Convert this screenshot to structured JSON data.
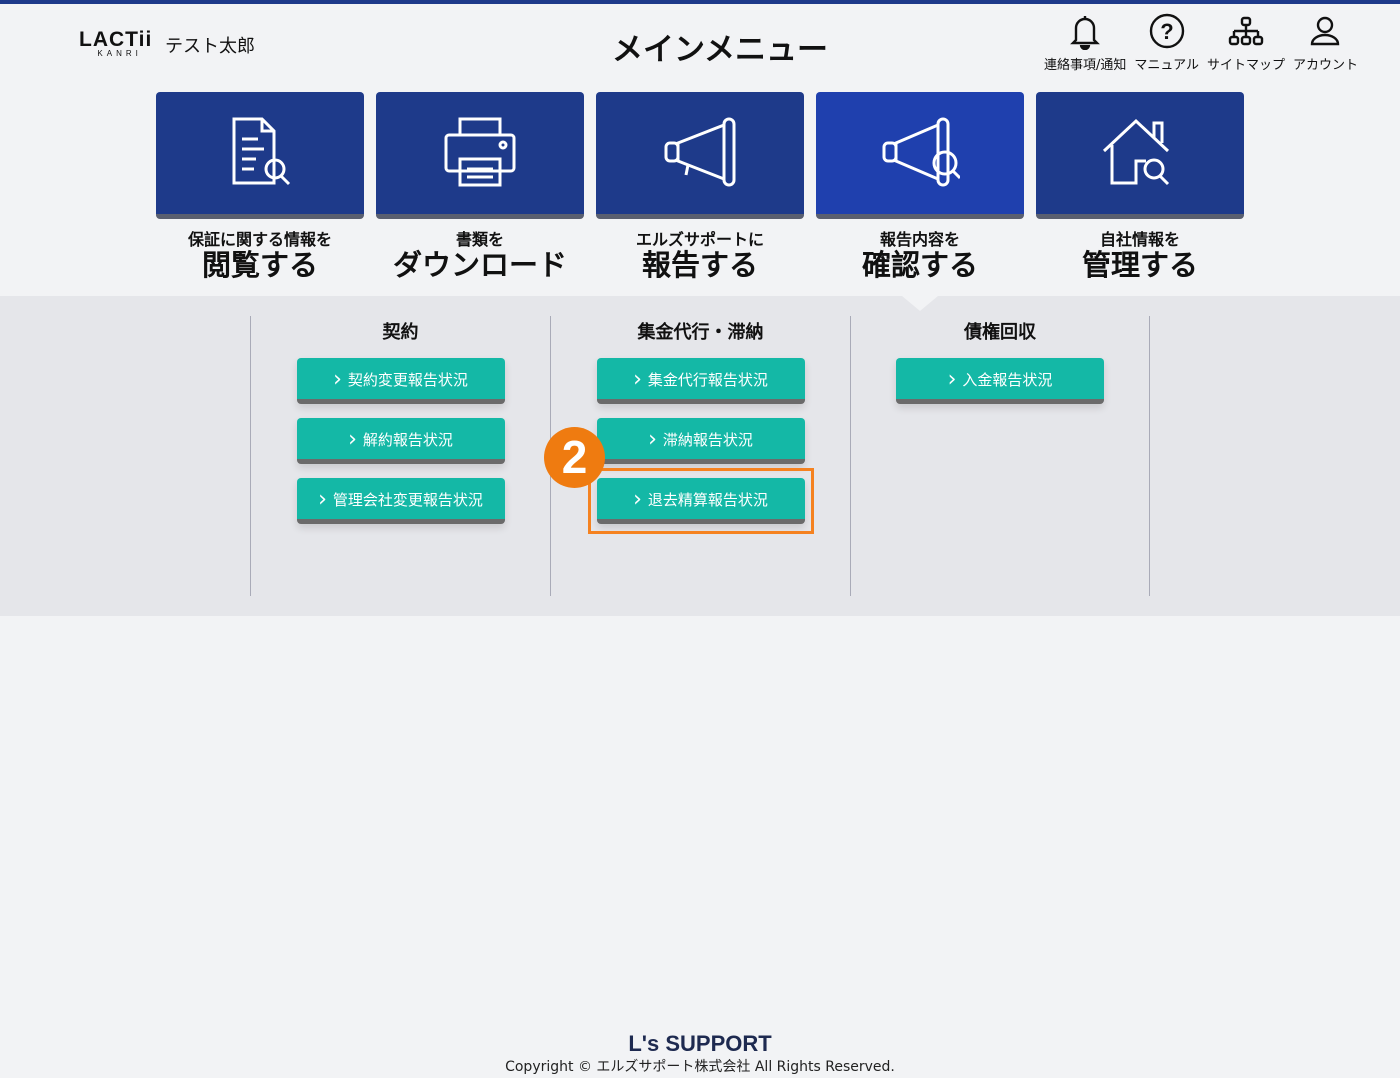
{
  "header": {
    "logo": "LACTii",
    "logo_sub": "KANRI",
    "user": "テスト太郎",
    "title": "メインメニュー",
    "icons": [
      {
        "name": "bell-icon",
        "label": "連絡事項/通知"
      },
      {
        "name": "help-icon",
        "label": "マニュアル"
      },
      {
        "name": "sitemap-icon",
        "label": "サイトマップ"
      },
      {
        "name": "account-icon",
        "label": "アカウント"
      }
    ]
  },
  "tiles": [
    {
      "small": "保証に関する情報を",
      "big": "閲覧する",
      "icon": "document-search-icon"
    },
    {
      "small": "書類を",
      "big": "ダウンロード",
      "icon": "printer-icon"
    },
    {
      "small": "エルズサポートに",
      "big": "報告する",
      "icon": "megaphone-icon"
    },
    {
      "small": "報告内容を",
      "big": "確認する",
      "icon": "megaphone-search-icon",
      "active": true
    },
    {
      "small": "自社情報を",
      "big": "管理する",
      "icon": "house-search-icon"
    }
  ],
  "columns": [
    {
      "title": "契約",
      "buttons": [
        "契約変更報告状況",
        "解約報告状況",
        "管理会社変更報告状況"
      ]
    },
    {
      "title": "集金代行・滞納",
      "buttons": [
        "集金代行報告状況",
        "滞納報告状況",
        "退去精算報告状況"
      ]
    },
    {
      "title": "債権回収",
      "buttons": [
        "入金報告状況"
      ]
    }
  ],
  "annotation": {
    "step": "2"
  },
  "footer": {
    "logo": "L's SUPPORT",
    "copyright": "Copyright © エルズサポート株式会社 All Rights Reserved."
  },
  "colors": {
    "brand": "#1e3a8a",
    "active": "#1f40ae",
    "button": "#14b8a6",
    "highlight": "#f58220"
  }
}
